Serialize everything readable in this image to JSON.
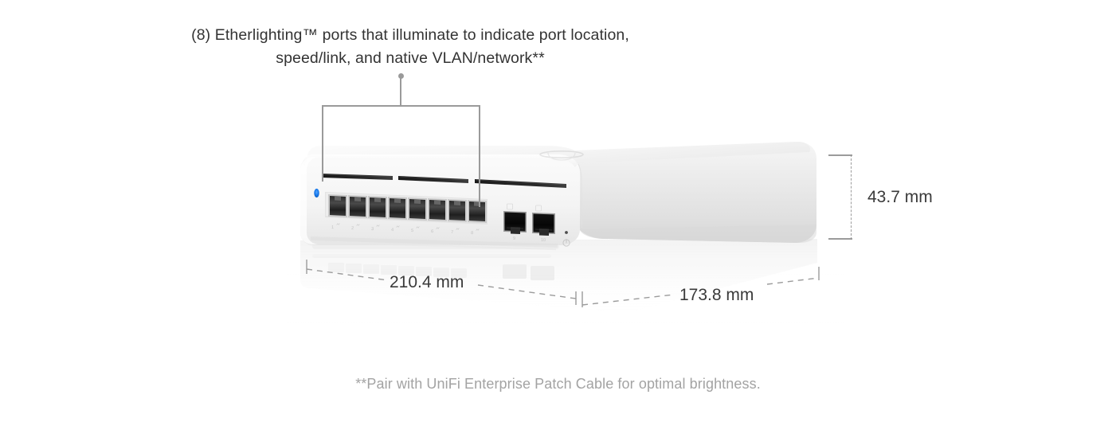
{
  "callout": {
    "text": "(8) Etherlighting™ ports that illuminate to indicate port location,\nspeed/link, and native VLAN/network**",
    "leader_color": "#9a9a9a"
  },
  "footnote": {
    "text": "**Pair with UniFi Enterprise Patch Cable for optimal brightness."
  },
  "dimensions": {
    "height": "43.7 mm",
    "width": "210.4 mm",
    "depth": "173.8 mm",
    "line_color": "#9b9b9b",
    "text_color": "#3a3a3a"
  },
  "device": {
    "name": "UniFi switch",
    "body_color": "#f2f2f2",
    "led_color": "#1b7ced",
    "logo": "unifi-u-logo",
    "rj45_ports": [
      {
        "label": "1"
      },
      {
        "label": "2"
      },
      {
        "label": "3"
      },
      {
        "label": "4"
      },
      {
        "label": "5"
      },
      {
        "label": "6"
      },
      {
        "label": "7"
      },
      {
        "label": "8"
      }
    ],
    "sfp_ports": [
      {
        "label": "9"
      },
      {
        "label": "10"
      }
    ],
    "etherlighting_bars": 3,
    "reset_pinhole": true,
    "power_symbol": "⏻"
  }
}
